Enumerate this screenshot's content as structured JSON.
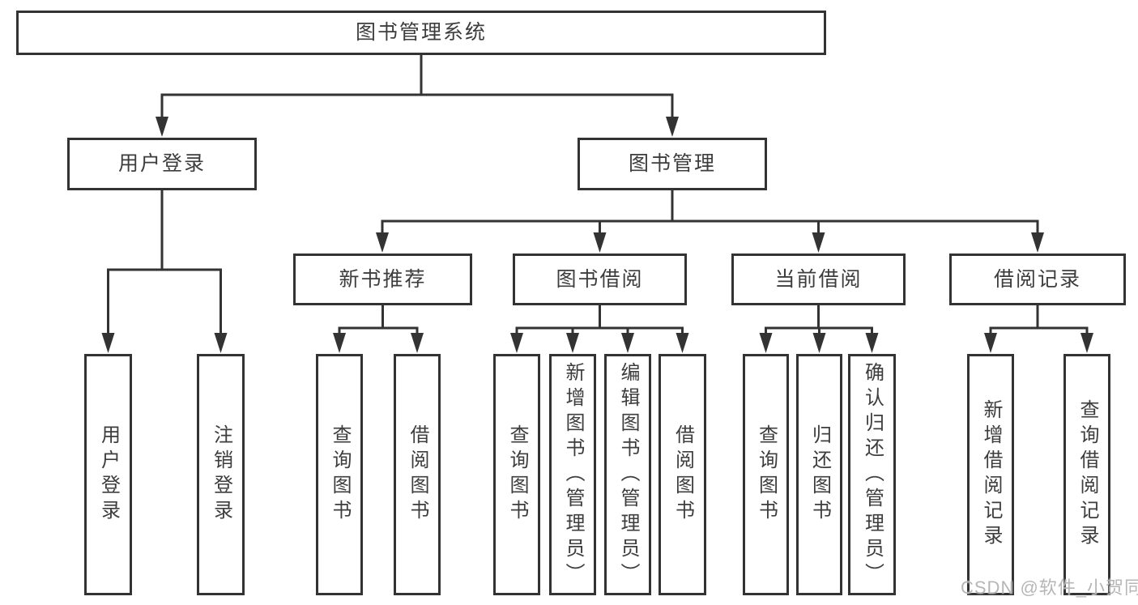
{
  "diagram": {
    "colors": {
      "line": "#333333",
      "border": "#333333",
      "text": "#3d3d3d",
      "background": "#ffffff",
      "watermark": "#b2b2b2"
    },
    "tree": {
      "label": "图书管理系统",
      "children": [
        {
          "label": "用户登录",
          "children": [
            {
              "label": "用户登录"
            },
            {
              "label": "注销登录"
            }
          ]
        },
        {
          "label": "图书管理",
          "children": [
            {
              "label": "新书推荐",
              "children": [
                {
                  "label": "查询图书"
                },
                {
                  "label": "借阅图书"
                }
              ]
            },
            {
              "label": "图书借阅",
              "children": [
                {
                  "label": "查询图书"
                },
                {
                  "label": "新增图书（管理员）"
                },
                {
                  "label": "编辑图书（管理员）"
                },
                {
                  "label": "借阅图书"
                }
              ]
            },
            {
              "label": "当前借阅",
              "children": [
                {
                  "label": "查询图书"
                },
                {
                  "label": "归还图书"
                },
                {
                  "label": "确认归还（管理员）"
                }
              ]
            },
            {
              "label": "借阅记录",
              "children": [
                {
                  "label": "新增借阅记录"
                },
                {
                  "label": "查询借阅记录"
                }
              ]
            }
          ]
        }
      ]
    },
    "watermark": {
      "text": "CSDN @软件_小贺同学"
    }
  }
}
